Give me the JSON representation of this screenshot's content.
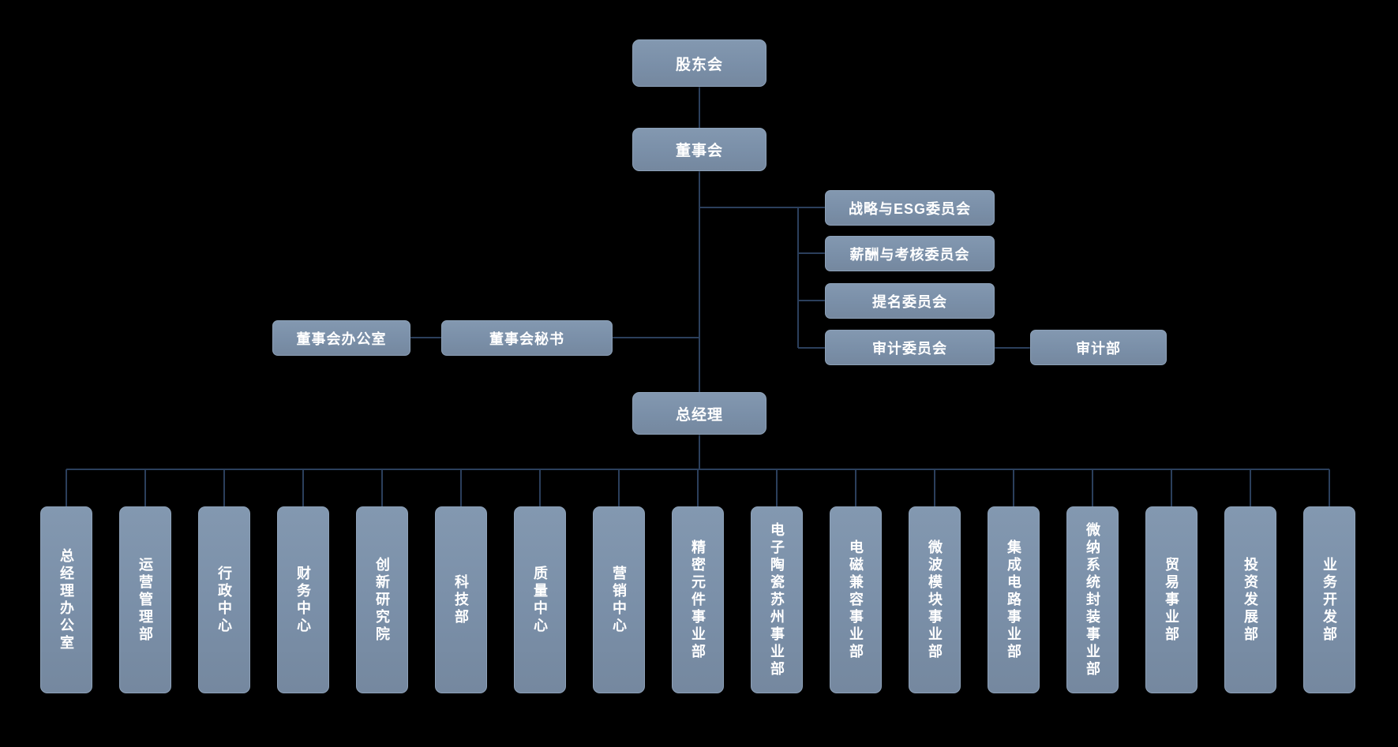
{
  "colors": {
    "background": "#000000",
    "node_fill": "#7a8fa8",
    "node_text": "#ffffff",
    "connector": "#2b3f5c"
  },
  "chart": {
    "shareholders": "股东会",
    "board": "董事会",
    "general_manager": "总经理",
    "board_office": "董事会办公室",
    "board_secretary": "董事会秘书",
    "audit_department": "审计部",
    "committees": [
      {
        "label": "战略与ESG委员会"
      },
      {
        "label": "薪酬与考核委员会"
      },
      {
        "label": "提名委员会"
      },
      {
        "label": "审计委员会"
      }
    ],
    "departments": [
      "总经理办公室",
      "运营管理部",
      "行政中心",
      "财务中心",
      "创新研究院",
      "科技部",
      "质量中心",
      "营销中心",
      "精密元件事业部",
      "电子陶瓷苏州事业部",
      "电磁兼容事业部",
      "微波模块事业部",
      "集成电路事业部",
      "微纳系统封装事业部",
      "贸易事业部",
      "投资发展部",
      "业务开发部"
    ]
  }
}
